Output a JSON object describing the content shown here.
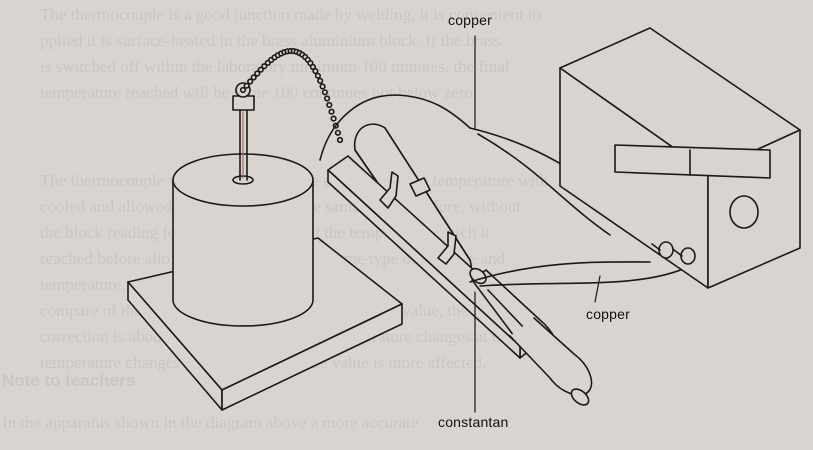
{
  "labels": {
    "copper_top": "copper",
    "copper_right": "copper",
    "constantan": "constantan"
  },
  "background_text": {
    "lines": [
      "The thermocouple is a good junction made by welding, it is convenient to",
      "pplied it is surface-heated in the brass aluminium block. If the brass",
      "is switched off within the laboratory minimum 100 minutes, the final",
      "temperature reached will be same 100 continues not below zero.",
      "",
      "The thermocouple was checked the same day at the same temperature with",
      "cooled and allowed to stand for about the same time as before, without",
      "the block reading for about 10 minutes at the temperature which it",
      "reached before allowing it to stabilize, the same type of the time and",
      "temperature.",
      "compare of the block gives the same value, the same value, the same",
      "correction is about a line variation and the temperature changes at the",
      "temperature changes at the block, both the value is more affected."
    ],
    "heading": "Note to teachers",
    "footer_line": "In the apparatus shown in the diagram above a more accurate"
  },
  "colors": {
    "ink": "#1a1a1a",
    "paper": "#dad4d0",
    "ghost_text": "#ccc5c1",
    "wire_accent": "#c06060"
  }
}
